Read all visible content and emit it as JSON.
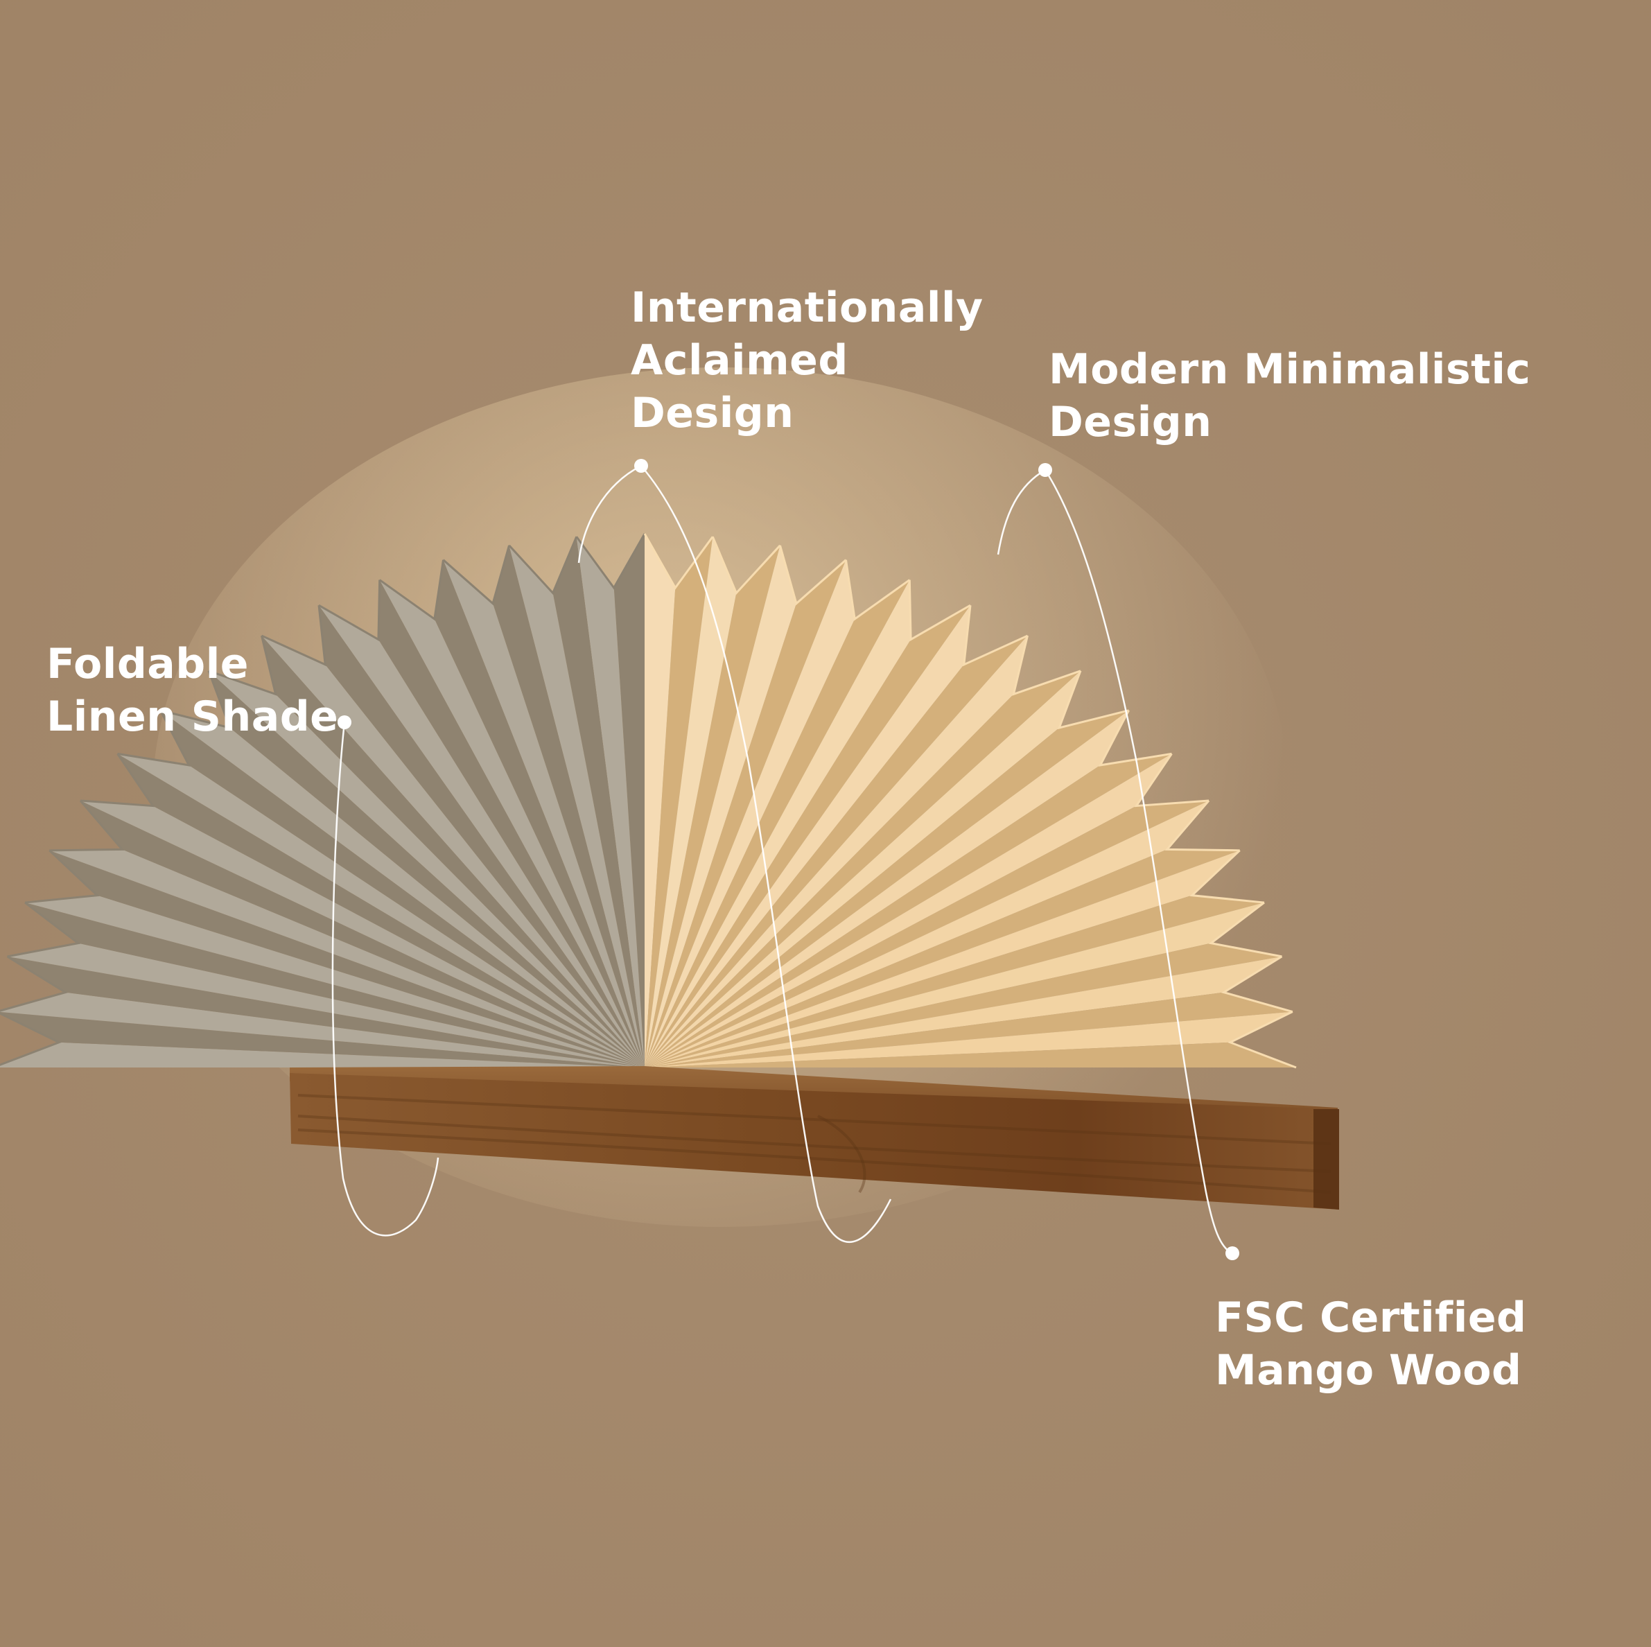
{
  "callouts": {
    "design_award": {
      "line1": "Internationally",
      "line2": "Aclaimed",
      "line3": "Design"
    },
    "modern": {
      "line1": "Modern Minimalistic",
      "line2": "Design"
    },
    "shade": {
      "line1": "Foldable",
      "line2": "Linen Shade"
    },
    "wood": {
      "line1": "FSC Certified",
      "line2": "Mango Wood"
    }
  },
  "colors": {
    "background": "#a58a6d",
    "text": "#ffffff",
    "linen_grey": "#a69d8c",
    "linen_lit": "#efc88c",
    "wood": "#7a4a22"
  }
}
